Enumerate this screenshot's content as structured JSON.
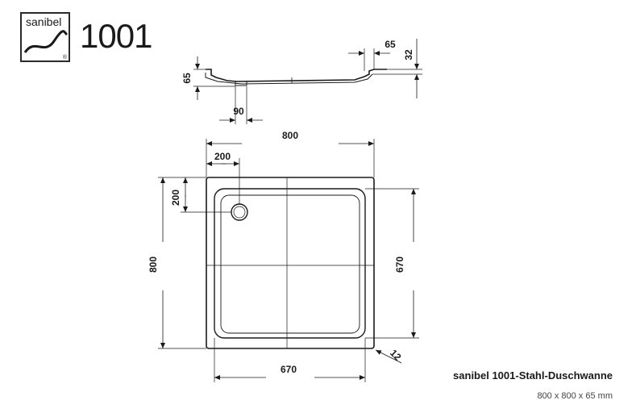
{
  "logo": {
    "brand": "sanibel",
    "registered": "®"
  },
  "model_number": "1001",
  "dimensions": {
    "side_height": "65",
    "side_rim": "65",
    "side_depth": "32",
    "side_drain": "90",
    "top_width": "800",
    "top_drain_x": "200",
    "top_drain_y": "200",
    "left_height": "800",
    "right_inner": "670",
    "bottom_inner": "670",
    "corner_radius": "12"
  },
  "caption": {
    "title": "sanibel 1001-Stahl-Duschwanne",
    "subtitle": "800 x 800 x 65 mm"
  }
}
